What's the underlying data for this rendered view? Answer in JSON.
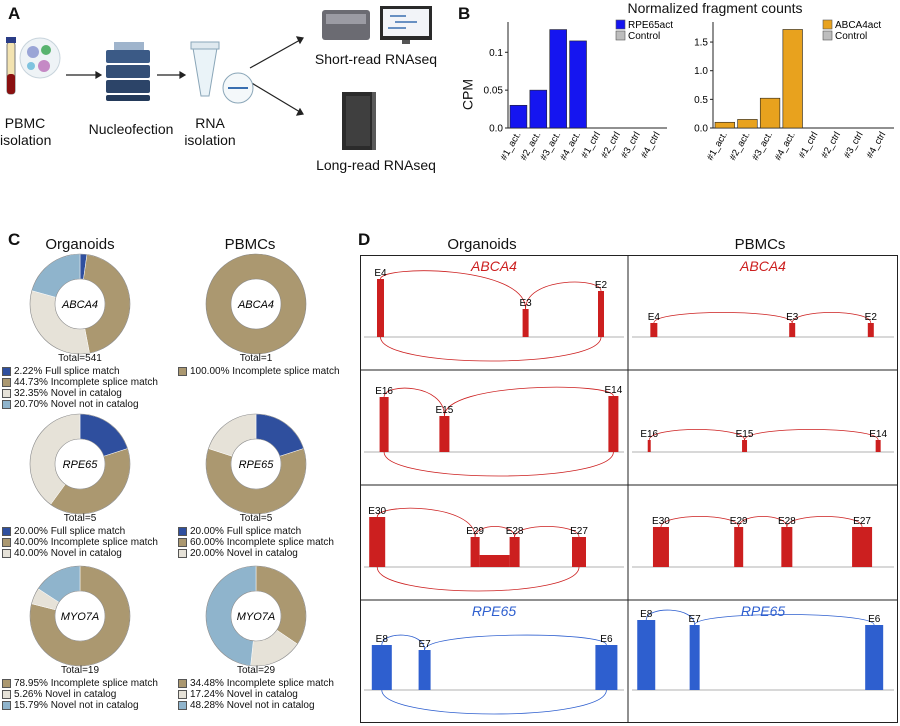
{
  "panels": {
    "A": "A",
    "B": "B",
    "C": "C",
    "D": "D"
  },
  "panelA": {
    "steps": [
      "PBMC\nisolation",
      "Nucleofection",
      "RNA\nisolation"
    ],
    "outputs": [
      "Short-read RNAseq",
      "Long-read RNAseq"
    ]
  },
  "panelB": {
    "title": "Normalized fragment counts",
    "ylabel": "CPM",
    "charts": [
      {
        "type": "bar",
        "categories": [
          "#1_act.",
          "#2_act.",
          "#3_act.",
          "#4_act.",
          "#1_ctrl",
          "#2_ctrl",
          "#3_ctrl",
          "#4_ctrl"
        ],
        "values": [
          0.03,
          0.05,
          0.13,
          0.115,
          0,
          0,
          0,
          0
        ],
        "ylim": [
          0,
          0.14
        ],
        "yticks": [
          0,
          0.05,
          0.1
        ],
        "ytick_labels": [
          "0.0",
          "0.05",
          "0.1"
        ],
        "color": "#1515f0",
        "legend": [
          {
            "label": "RPE65act",
            "color": "#1515f0"
          },
          {
            "label": "Control",
            "color": "#bdbdbd"
          }
        ]
      },
      {
        "type": "bar",
        "categories": [
          "#1_act.",
          "#2_act.",
          "#3_act.",
          "#4_act.",
          "#1_ctrl",
          "#2_ctrl",
          "#3_ctrl",
          "#4_ctrl"
        ],
        "values": [
          0.1,
          0.15,
          0.52,
          1.72,
          0,
          0,
          0,
          0
        ],
        "ylim": [
          0,
          1.85
        ],
        "yticks": [
          0,
          0.5,
          1,
          1.5
        ],
        "ytick_labels": [
          "0.0",
          "0.5",
          "1.0",
          "1.5"
        ],
        "color": "#e8a21e",
        "legend": [
          {
            "label": "ABCA4act",
            "color": "#e8a21e"
          },
          {
            "label": "Control",
            "color": "#bdbdbd"
          }
        ]
      }
    ]
  },
  "panelC": {
    "col_titles": [
      "Organoids",
      "PBMCs"
    ],
    "colors": {
      "full": "#2f4f9e",
      "incomplete": "#ab9870",
      "novel_in": "#e6e2d8",
      "novel_not": "#8fb4cc"
    },
    "donuts": [
      {
        "gene": "ABCA4",
        "total": "Total=541",
        "slices": [
          {
            "k": "full",
            "v": 2.22
          },
          {
            "k": "incomplete",
            "v": 44.73
          },
          {
            "k": "novel_in",
            "v": 32.35
          },
          {
            "k": "novel_not",
            "v": 20.7
          }
        ],
        "legend": [
          "2.22% Full splice match",
          "44.73% Incomplete splice match",
          "32.35% Novel in catalog",
          "20.70% Novel not in catalog"
        ]
      },
      {
        "gene": "ABCA4",
        "total": "Total=1",
        "slices": [
          {
            "k": "incomplete",
            "v": 100
          }
        ],
        "legend": [
          "100.00% Incomplete splice match"
        ]
      },
      {
        "gene": "RPE65",
        "total": "Total=5",
        "slices": [
          {
            "k": "full",
            "v": 20
          },
          {
            "k": "incomplete",
            "v": 40
          },
          {
            "k": "novel_in",
            "v": 40
          }
        ],
        "legend": [
          "20.00% Full splice match",
          "40.00% Incomplete splice match",
          "40.00% Novel in catalog"
        ]
      },
      {
        "gene": "RPE65",
        "total": "Total=5",
        "slices": [
          {
            "k": "full",
            "v": 20
          },
          {
            "k": "incomplete",
            "v": 60
          },
          {
            "k": "novel_in",
            "v": 20
          }
        ],
        "legend": [
          "20.00% Full splice match",
          "60.00% Incomplete splice match",
          "20.00% Novel in catalog"
        ]
      },
      {
        "gene": "MYO7A",
        "total": "Total=19",
        "slices": [
          {
            "k": "incomplete",
            "v": 78.95
          },
          {
            "k": "novel_in",
            "v": 5.26
          },
          {
            "k": "novel_not",
            "v": 15.79
          }
        ],
        "legend": [
          "78.95% Incomplete splice match",
          "5.26% Novel in catalog",
          "15.79% Novel not in catalog"
        ]
      },
      {
        "gene": "MYO7A",
        "total": "Total=29",
        "slices": [
          {
            "k": "incomplete",
            "v": 34.48
          },
          {
            "k": "novel_in",
            "v": 17.24
          },
          {
            "k": "novel_not",
            "v": 48.28
          }
        ],
        "legend": [
          "34.48% Incomplete splice match",
          "17.24% Novel in catalog",
          "48.28% Novel not in catalog"
        ]
      }
    ],
    "legend_kinds": [
      [
        "full",
        "incomplete",
        "novel_in",
        "novel_not"
      ],
      [
        "incomplete"
      ],
      [
        "full",
        "incomplete",
        "novel_in"
      ],
      [
        "full",
        "incomplete",
        "novel_in"
      ],
      [
        "incomplete",
        "novel_in",
        "novel_not"
      ],
      [
        "incomplete",
        "novel_in",
        "novel_not"
      ]
    ]
  },
  "panelD": {
    "col_titles": [
      "Organoids",
      "PBMCs"
    ],
    "red": "#cc1f1f",
    "blue": "#2e5fcf",
    "cells": [
      {
        "gene": "ABCA4",
        "exons": [
          "E4",
          "E3",
          "E2"
        ]
      },
      {
        "gene": "ABCA4",
        "exons": [
          "E4",
          "E3",
          "E2"
        ]
      },
      {
        "gene": "",
        "exons": [
          "E16",
          "E15",
          "E14"
        ]
      },
      {
        "gene": "",
        "exons": [
          "E16",
          "E15",
          "E14"
        ]
      },
      {
        "gene": "",
        "exons": [
          "E30",
          "E29",
          "E28",
          "E27"
        ]
      },
      {
        "gene": "",
        "exons": [
          "E30",
          "E29",
          "E28",
          "E27"
        ]
      },
      {
        "gene": "RPE65",
        "exons": [
          "E8",
          "E7",
          "E6"
        ]
      },
      {
        "gene": "RPE65",
        "exons": [
          "E8",
          "E7",
          "E6"
        ]
      }
    ]
  }
}
